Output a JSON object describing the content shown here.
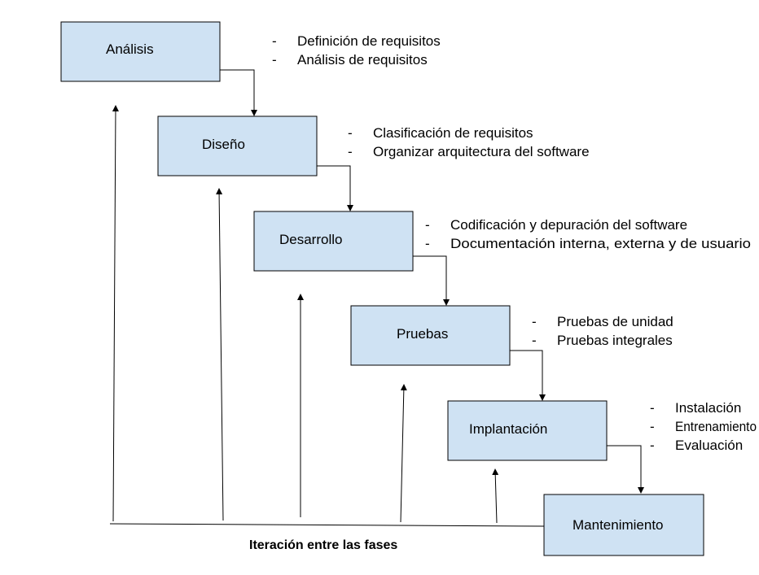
{
  "phases": [
    {
      "label": "Análisis",
      "notes": [
        "Definición de requisitos",
        "Análisis de requisitos"
      ]
    },
    {
      "label": "Diseño",
      "notes": [
        "Clasificación de requisitos",
        "Organizar arquitectura del software"
      ]
    },
    {
      "label": "Desarrollo",
      "notes": [
        "Codificación y depuración del software",
        "Documentación interna, externa y de usuario"
      ]
    },
    {
      "label": "Pruebas",
      "notes": [
        "Pruebas de unidad",
        "Pruebas integrales"
      ]
    },
    {
      "label": "Implantación",
      "notes": [
        "Instalación",
        "Entrenamiento",
        "Evaluación"
      ]
    },
    {
      "label": "Mantenimiento",
      "notes": []
    }
  ],
  "bullet_marker": "-",
  "caption": "Iteración entre las fases",
  "colors": {
    "box_fill": "#cfe2f3",
    "stroke": "#000000"
  }
}
